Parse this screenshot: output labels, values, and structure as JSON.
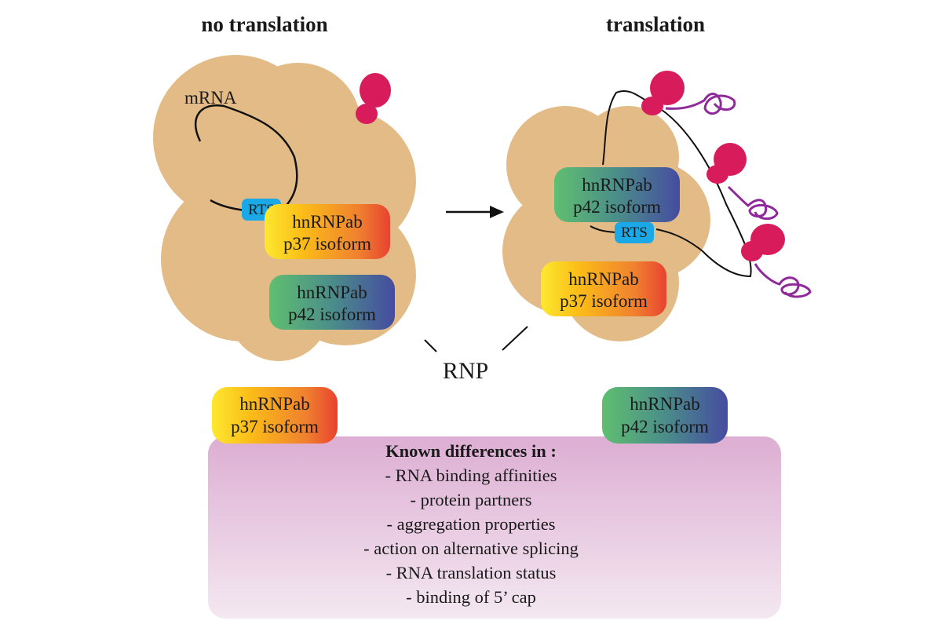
{
  "titles": {
    "left": "no translation",
    "right": "translation"
  },
  "labels": {
    "mrna": "mRNA",
    "rts": "RTS",
    "rnp": "RNP"
  },
  "isoforms": {
    "p37": {
      "line1": "hnRNPab",
      "line2": "p37 isoform"
    },
    "p42": {
      "line1": "hnRNPab",
      "line2": "p42 isoform"
    }
  },
  "differences": {
    "heading": "Known differences in :",
    "items": [
      "- RNA binding affinities",
      "- protein partners",
      "- aggregation properties",
      "- action on alternative splicing",
      "- RNA translation status",
      "-  binding of 5’ cap"
    ]
  },
  "colors": {
    "rnp_body": "#e3bb86",
    "ribosome": "#d81b5a",
    "peptide": "#8e2a9a",
    "rts": "#1aa8e6",
    "p37_gradient": [
      "#fde82f",
      "#fbbd18",
      "#f0802f",
      "#e8432f"
    ],
    "p42_gradient": [
      "#5fbf70",
      "#4b8d8a",
      "#464ca0"
    ],
    "panel_top": "#ddaed3",
    "panel_bottom": "#f4e8f1"
  }
}
